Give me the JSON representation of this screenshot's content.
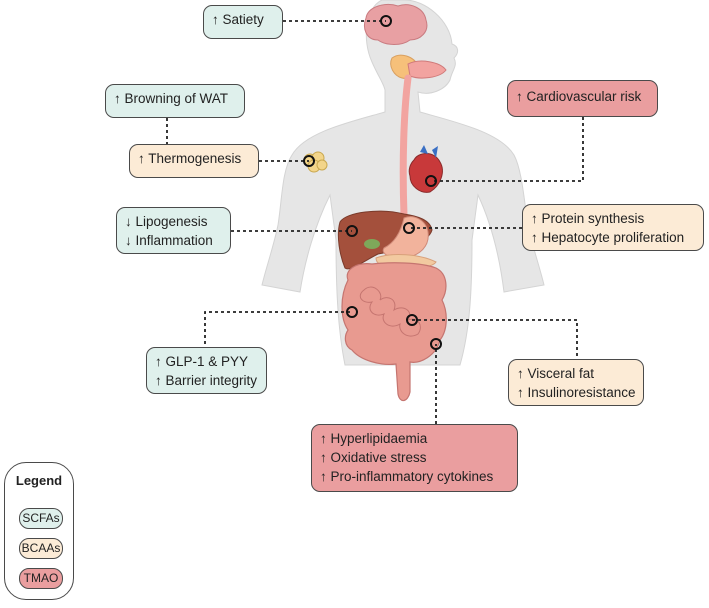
{
  "effects": {
    "satiety": [
      "↑ Satiety"
    ],
    "browning": [
      "↑ Browning of WAT"
    ],
    "thermogenesis": [
      "↑ Thermogenesis"
    ],
    "cardiovascular": [
      "↑ Cardiovascular risk"
    ],
    "lipogenesis": [
      "↓ Lipogenesis",
      "↓ Inflammation"
    ],
    "protein": [
      "↑ Protein synthesis",
      "↑ Hepatocyte proliferation"
    ],
    "glp": [
      "↑ GLP-1 & PYY",
      "↑ Barrier integrity"
    ],
    "visceral": [
      "↑ Visceral fat",
      "↑ Insulinoresistance"
    ],
    "hyperlipid": [
      "↑ Hyperlipidaemia",
      "↑ Oxidative stress",
      "↑  Pro-inflammatory cytokines"
    ]
  },
  "legend": {
    "title": "Legend",
    "items": [
      {
        "label": "SCFAs",
        "color": "#dff0ec"
      },
      {
        "label": "BCAAs",
        "color": "#fcebd6"
      },
      {
        "label": "TMAO",
        "color": "#ea9e9f"
      }
    ]
  },
  "colors": {
    "scfa": "#dff0ec",
    "bcaa": "#fcebd6",
    "tmao": "#ea9e9f",
    "body": "#e5e5e5",
    "connector": "#222222"
  }
}
